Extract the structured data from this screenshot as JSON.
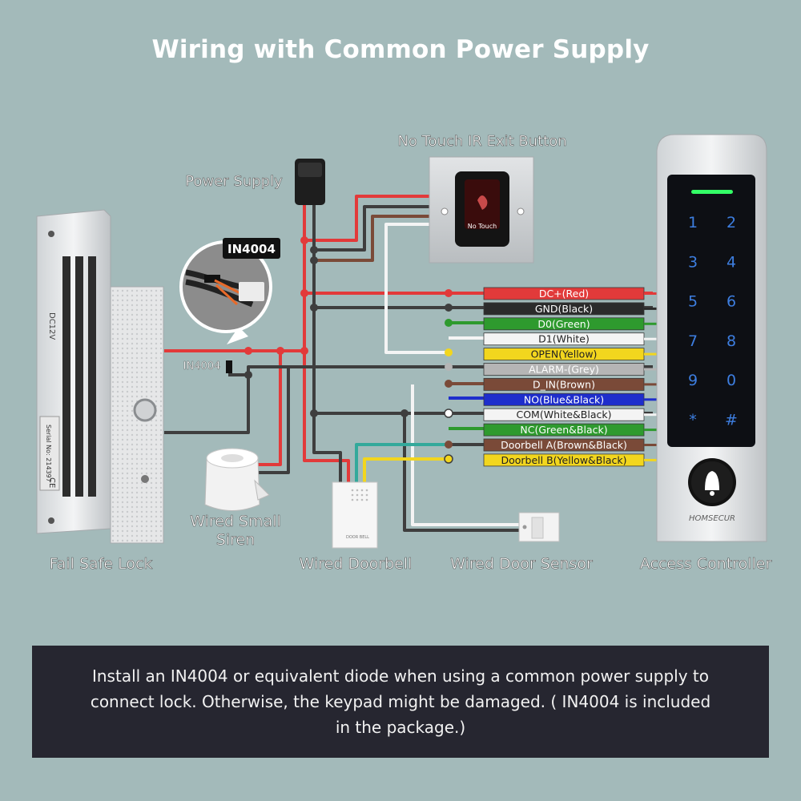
{
  "title": "Wiring with Common Power Supply",
  "note": "Install an IN4004 or equivalent diode when using a common power supply to connect lock. Otherwise, the keypad might be damaged. ( IN4004 is included in the package.)",
  "colors": {
    "background": "#a3baba",
    "note_bg": "#262630",
    "red": "#e23a3a",
    "black": "#3e3e3e",
    "brown": "#7a4a38",
    "green": "#2e9a2e",
    "white": "#f4f4f4",
    "yellow": "#f2d61e",
    "grey": "#b5b5b5",
    "blue": "#1e2ecc",
    "teal": "#33a99b"
  },
  "labels": {
    "no_touch": "No Touch IR Exit Button",
    "power_supply": "Power Supply",
    "diode_callout": "IN4004",
    "diode_label": "IN4004",
    "fail_safe_lock": "Fail Safe Lock",
    "wired_siren_1": "Wired Small",
    "wired_siren_2": "Siren",
    "wired_doorbell": "Wired Doorbell",
    "wired_door_sensor": "Wired Door Sensor",
    "access_controller": "Access Controller",
    "exit_button_face": "No Touch",
    "brand": "HOMSECUR",
    "doorbell_face": "DOOR BELL"
  },
  "lock_text": {
    "top": "DC12V",
    "serial": "Serial No: 214397",
    "ce": "CE"
  },
  "terminals": [
    {
      "label": "DC+(Red)",
      "color": "#e23a3a",
      "text": "#ffffff"
    },
    {
      "label": "GND(Black)",
      "color": "#2b2b2b",
      "text": "#ffffff"
    },
    {
      "label": "D0(Green)",
      "color": "#2e9a2e",
      "text": "#ffffff"
    },
    {
      "label": "D1(White)",
      "color": "#f4f4f4",
      "text": "#222222"
    },
    {
      "label": "OPEN(Yellow)",
      "color": "#f2d61e",
      "text": "#222222"
    },
    {
      "label": "ALARM-(Grey)",
      "color": "#b5b5b5",
      "text": "#ffffff"
    },
    {
      "label": "D_IN(Brown)",
      "color": "#7a4a38",
      "text": "#ffffff"
    },
    {
      "label": "NO(Blue&Black)",
      "color": "#1e2ecc",
      "text": "#ffffff"
    },
    {
      "label": "COM(White&Black)",
      "color": "#f4f4f4",
      "text": "#222222"
    },
    {
      "label": "NC(Green&Black)",
      "color": "#2e9a2e",
      "text": "#ffffff"
    },
    {
      "label": "Doorbell A(Brown&Black)",
      "color": "#7a4a38",
      "text": "#ffffff"
    },
    {
      "label": "Doorbell B(Yellow&Black)",
      "color": "#f2d61e",
      "text": "#222222"
    }
  ],
  "keypad": [
    "1",
    "2",
    "3",
    "4",
    "5",
    "6",
    "7",
    "8",
    "9",
    "0",
    "*",
    "#"
  ]
}
